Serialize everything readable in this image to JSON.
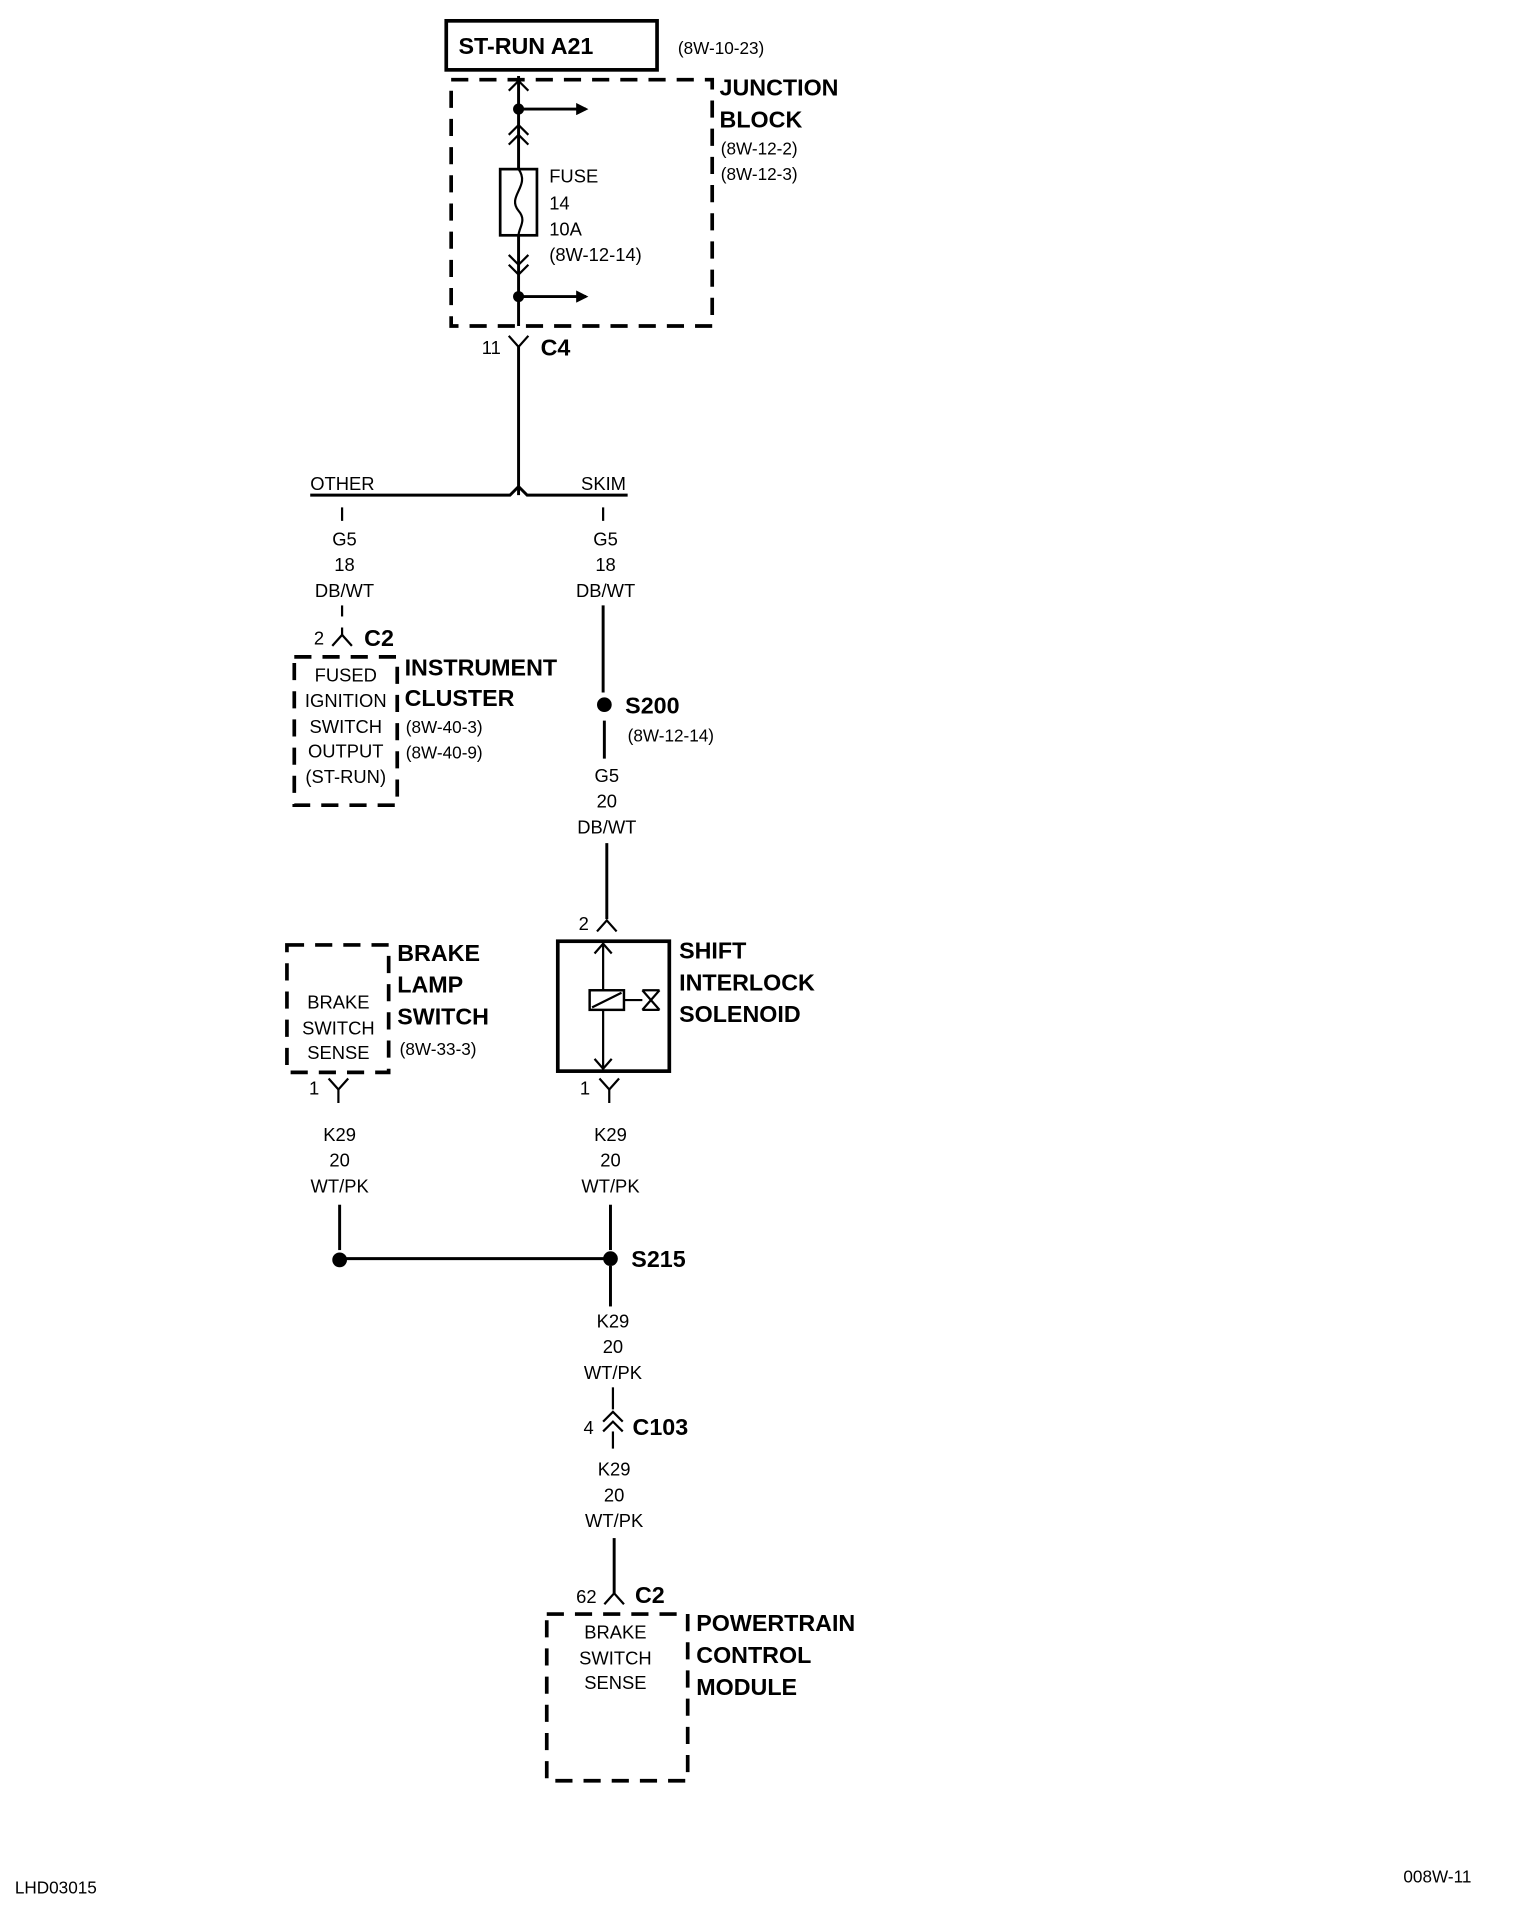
{
  "source": {
    "label": "ST-RUN A21",
    "ref": "(8W-10-23)"
  },
  "junction_block": {
    "title_line1": "JUNCTION",
    "title_line2": "BLOCK",
    "ref1": "(8W-12-2)",
    "ref2": "(8W-12-3)",
    "fuse": {
      "line1": "FUSE",
      "line2": "14",
      "line3": "10A",
      "line4": "(8W-12-14)"
    },
    "connector": {
      "pin": "11",
      "name": "C4"
    }
  },
  "branches": {
    "other": "OTHER",
    "skim": "SKIM"
  },
  "wires": {
    "g5_other": {
      "code": "G5",
      "gauge": "18",
      "color": "DB/WT"
    },
    "g5_skim": {
      "code": "G5",
      "gauge": "18",
      "color": "DB/WT"
    },
    "g5_20": {
      "code": "G5",
      "gauge": "20",
      "color": "DB/WT"
    },
    "k29_brake": {
      "code": "K29",
      "gauge": "20",
      "color": "WT/PK"
    },
    "k29_shift": {
      "code": "K29",
      "gauge": "20",
      "color": "WT/PK"
    },
    "k29_s215": {
      "code": "K29",
      "gauge": "20",
      "color": "WT/PK"
    },
    "k29_c103": {
      "code": "K29",
      "gauge": "20",
      "color": "WT/PK"
    }
  },
  "instrument_cluster": {
    "title_line1": "INSTRUMENT",
    "title_line2": "CLUSTER",
    "ref1": "(8W-40-3)",
    "ref2": "(8W-40-9)",
    "box": [
      "FUSED",
      "IGNITION",
      "SWITCH",
      "OUTPUT",
      "(ST-RUN)"
    ],
    "connector": {
      "pin": "2",
      "name": "C2"
    }
  },
  "s200": {
    "name": "S200",
    "ref": "(8W-12-14)"
  },
  "shift_interlock": {
    "title_line1": "SHIFT",
    "title_line2": "INTERLOCK",
    "title_line3": "SOLENOID",
    "pin_top": "2",
    "pin_bottom": "1"
  },
  "brake_lamp_switch": {
    "title_line1": "BRAKE",
    "title_line2": "LAMP",
    "title_line3": "SWITCH",
    "ref": "(8W-33-3)",
    "box": [
      "BRAKE",
      "SWITCH",
      "SENSE"
    ],
    "pin": "1"
  },
  "s215": {
    "name": "S215"
  },
  "c103": {
    "pin": "4",
    "name": "C103"
  },
  "pcm": {
    "title_line1": "POWERTRAIN",
    "title_line2": "CONTROL",
    "title_line3": "MODULE",
    "box": [
      "BRAKE",
      "SWITCH",
      "SENSE"
    ],
    "connector": {
      "pin": "62",
      "name": "C2"
    }
  },
  "footer": {
    "left": "LHD03015",
    "right": "008W-11"
  }
}
